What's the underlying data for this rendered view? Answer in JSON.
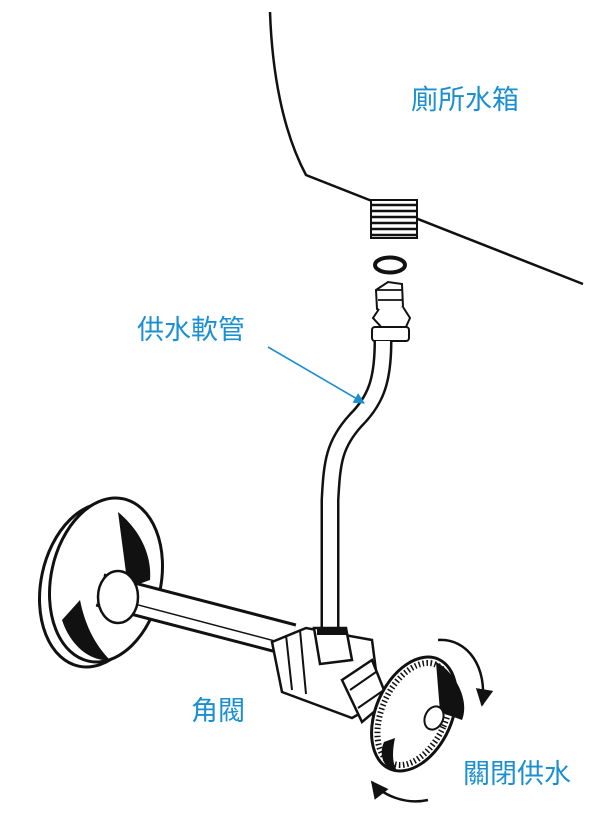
{
  "labels": {
    "toilet_tank": "廁所水箱",
    "supply_hose": "供水軟管",
    "angle_valve": "角閥",
    "shut_off_supply": "關閉供水"
  },
  "colors": {
    "label": "#1b8fd0",
    "pointer": "#1b8fd0",
    "line_art": "#111111",
    "background": "#ffffff"
  }
}
